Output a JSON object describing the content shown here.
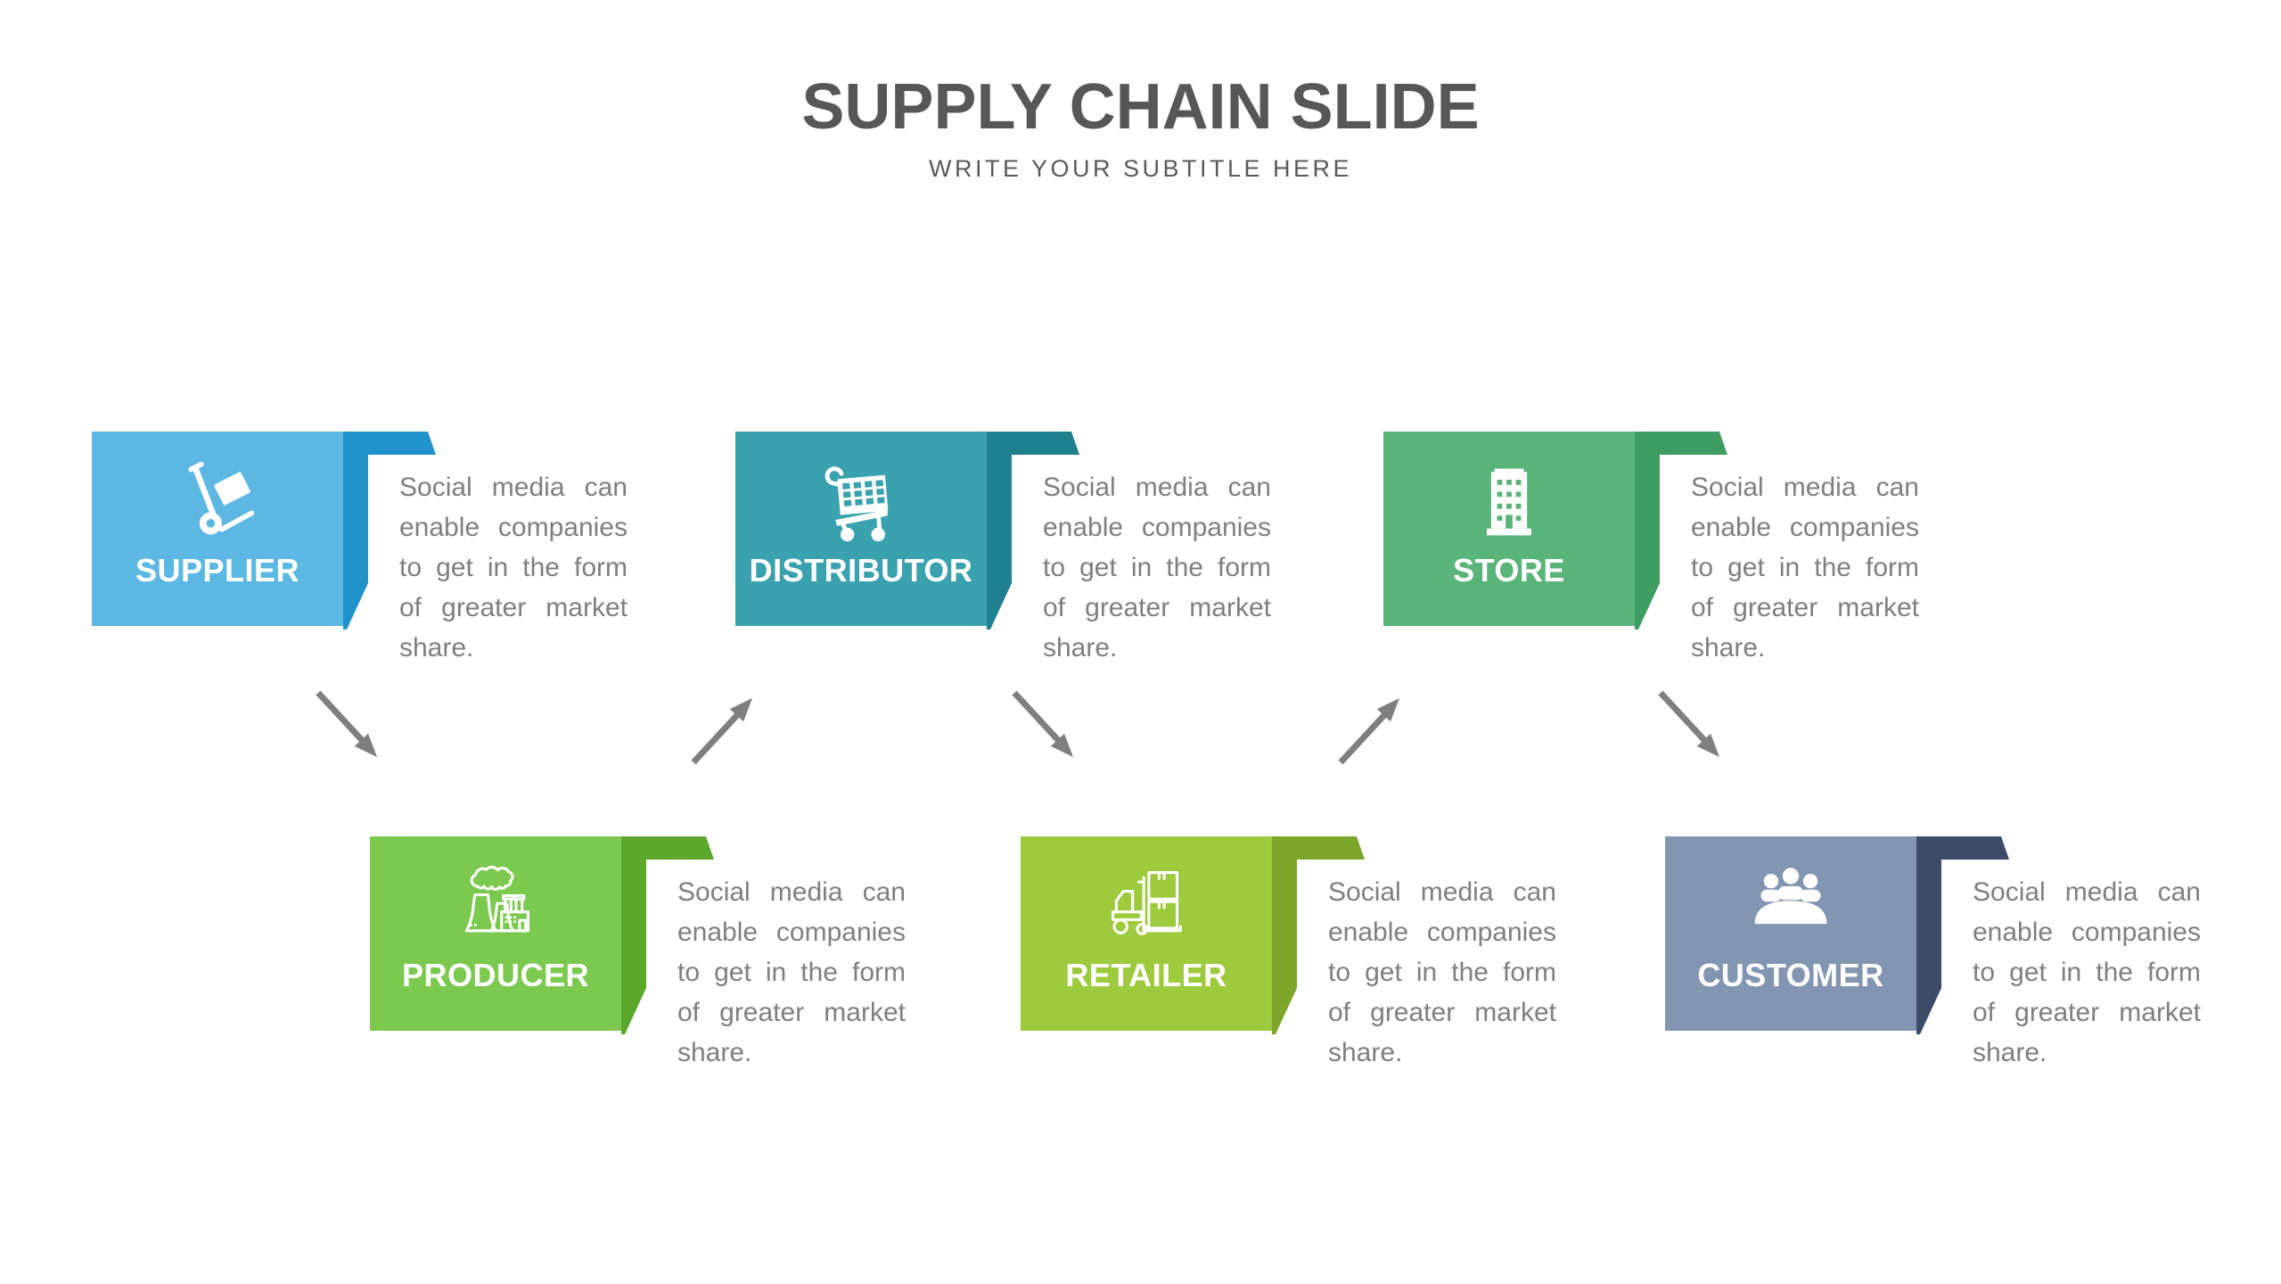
{
  "slide": {
    "title": "SUPPLY CHAIN SLIDE",
    "subtitle": "WRITE YOUR SUBTITLE HERE",
    "title_color": "#575757",
    "subtitle_color": "#595959",
    "body_text_color": "#7f7f7f",
    "arrow_color": "#7f7f7f",
    "background_color": "#ffffff"
  },
  "stages": [
    {
      "label": "SUPPLIER",
      "icon": "hand-truck",
      "color": "#5cb8e2",
      "ribbon_color": "#2292cb",
      "description": "Social media can enable companies to get in the form of greater market share."
    },
    {
      "label": "PRODUCER",
      "icon": "factory",
      "color": "#7cc94f",
      "ribbon_color": "#5ca82c",
      "description": "Social media can enable companies to get in the form of greater market share."
    },
    {
      "label": "DISTRIBUTOR",
      "icon": "shopping-cart",
      "color": "#3aa2af",
      "ribbon_color": "#1f808f",
      "description": "Social media can enable companies to get in the form of greater market share."
    },
    {
      "label": "RETAILER",
      "icon": "forklift",
      "color": "#9eca3e",
      "ribbon_color": "#7da52a",
      "description": "Social media can enable companies to get in the form of greater market share."
    },
    {
      "label": "STORE",
      "icon": "office-building",
      "color": "#58b478",
      "ribbon_color": "#3e9d62",
      "description": "Social media can enable companies to get in the form of greater market share."
    },
    {
      "label": "CUSTOMER",
      "icon": "meeting-people",
      "color": "#8296b2",
      "ribbon_color": "#3d4c66",
      "description": "Social media can enable companies to get in the form of greater market share."
    }
  ],
  "arrows": [
    {
      "from": "SUPPLIER",
      "to": "PRODUCER",
      "direction": "down-right"
    },
    {
      "from": "PRODUCER",
      "to": "DISTRIBUTOR",
      "direction": "up-right"
    },
    {
      "from": "DISTRIBUTOR",
      "to": "RETAILER",
      "direction": "down-right"
    },
    {
      "from": "RETAILER",
      "to": "STORE",
      "direction": "up-right"
    },
    {
      "from": "STORE",
      "to": "CUSTOMER",
      "direction": "down-right"
    }
  ]
}
